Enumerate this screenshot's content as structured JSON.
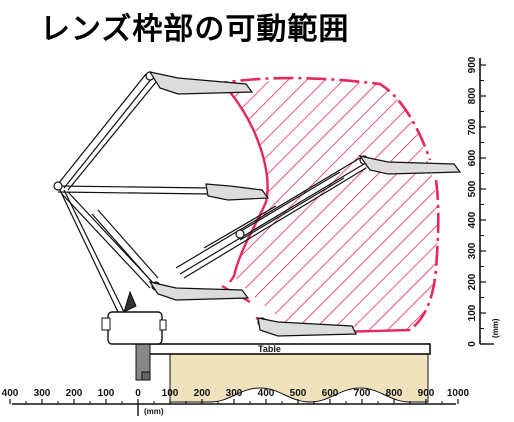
{
  "title": "レンズ枠部の可動範囲",
  "table_label": "Table",
  "h_axis": {
    "ticks": [
      400,
      300,
      200,
      100,
      0,
      100,
      200,
      300,
      400,
      500,
      600,
      700,
      800,
      900,
      1000
    ],
    "unit": "(mm)"
  },
  "v_axis": {
    "ticks": [
      0,
      100,
      200,
      300,
      400,
      500,
      600,
      700,
      800,
      900
    ],
    "unit": "(mm)"
  },
  "colors": {
    "range": "#e8285a",
    "ink": "#111111",
    "lamp": "#dcdcdc",
    "table": "#efe2bd"
  }
}
